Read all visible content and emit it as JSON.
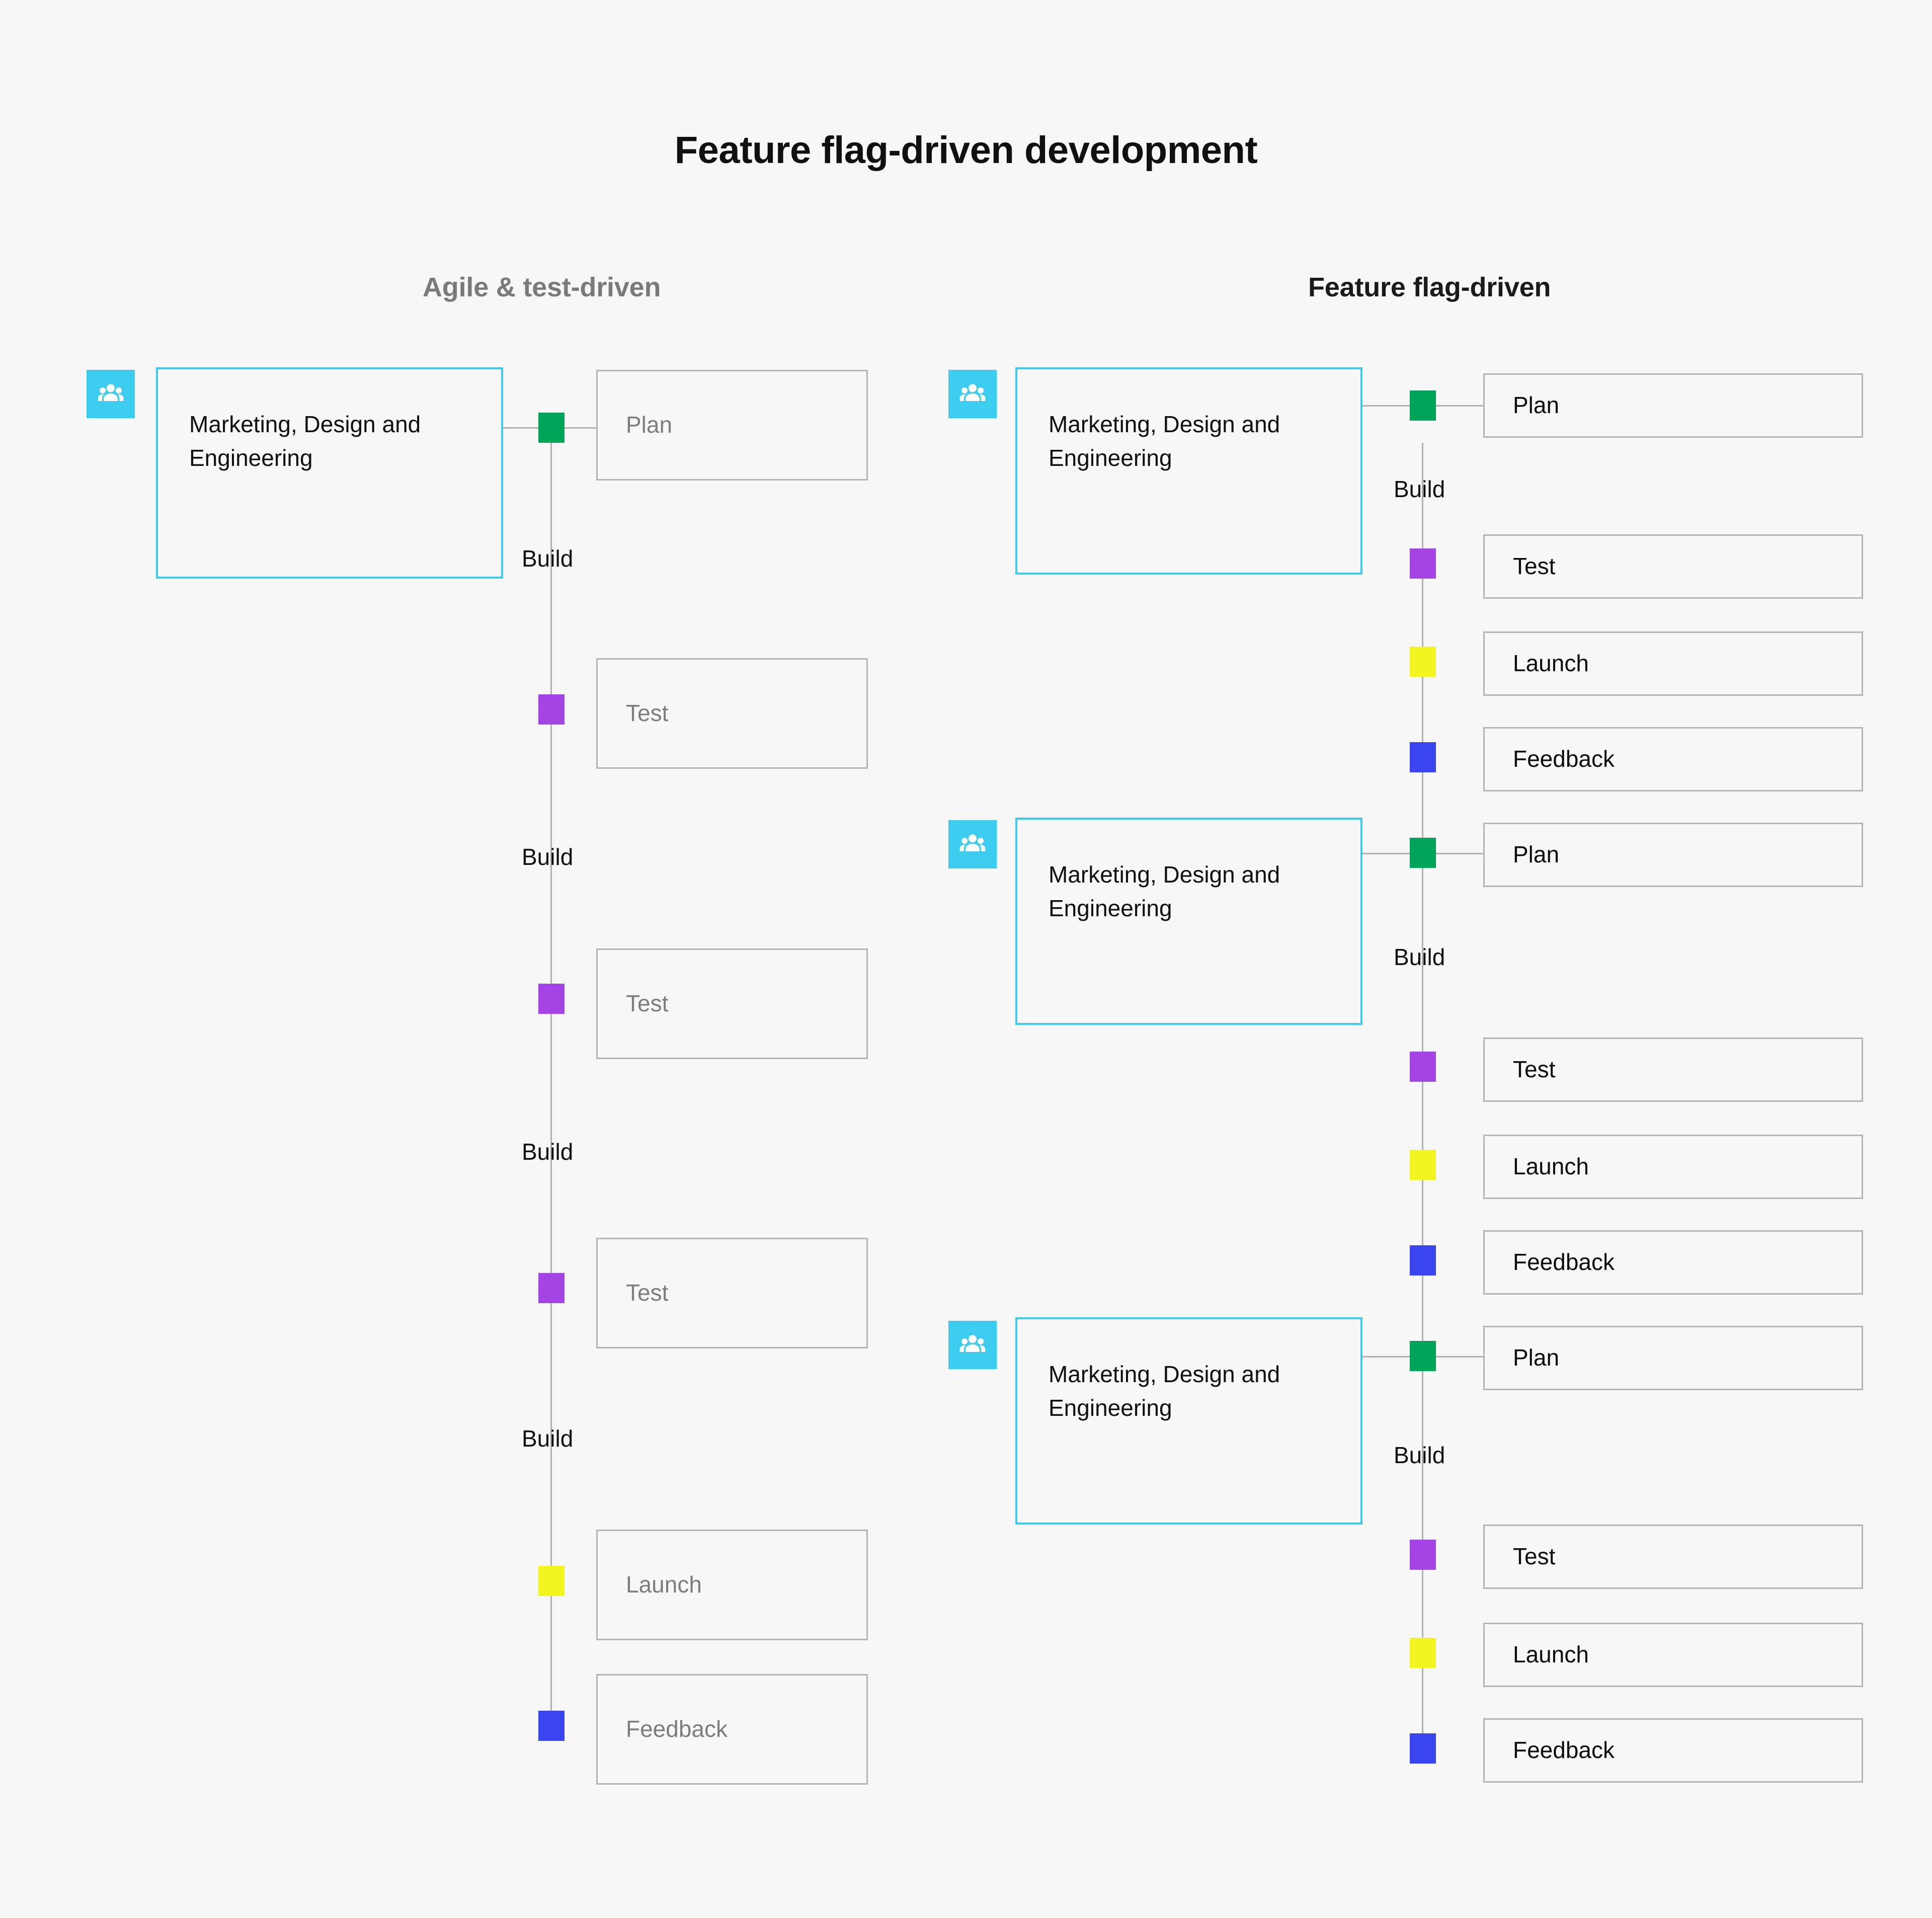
{
  "title": "Feature flag-driven development",
  "background": "#f7f7f7",
  "colors": {
    "team_accent": "#3ecbf0",
    "plan": "#00a35a",
    "test": "#a544e4",
    "launch": "#f2f520",
    "feedback": "#3a45f0",
    "box_border": "#b4b4b4",
    "connector": "#b0b0b0",
    "muted_text": "#7d7d7d",
    "dark_text": "#0d0d0d"
  },
  "icons": {
    "team": "people-group-icon"
  },
  "build_label": "Build",
  "team_label": "Marketing, Design and Engineering",
  "columns": [
    {
      "id": "agile",
      "heading": "Agile & test-driven",
      "heading_style": "muted",
      "teams": [
        {
          "label": "Marketing, Design and Engineering"
        }
      ],
      "stages": [
        {
          "label": "Plan",
          "marker": "green"
        },
        {
          "label": "Test",
          "marker": "purple"
        },
        {
          "label": "Test",
          "marker": "purple"
        },
        {
          "label": "Test",
          "marker": "purple"
        },
        {
          "label": "Launch",
          "marker": "yellow"
        },
        {
          "label": "Feedback",
          "marker": "blue"
        }
      ],
      "build_labels": [
        "Build",
        "Build",
        "Build",
        "Build"
      ]
    },
    {
      "id": "feature-flag",
      "heading": "Feature flag-driven",
      "heading_style": "dark",
      "teams": [
        {
          "label": "Marketing, Design and Engineering"
        },
        {
          "label": "Marketing, Design and Engineering"
        },
        {
          "label": "Marketing, Design and Engineering"
        }
      ],
      "stages": [
        {
          "label": "Plan",
          "marker": "green"
        },
        {
          "label": "Test",
          "marker": "purple"
        },
        {
          "label": "Launch",
          "marker": "yellow"
        },
        {
          "label": "Feedback",
          "marker": "blue"
        },
        {
          "label": "Plan",
          "marker": "green"
        },
        {
          "label": "Test",
          "marker": "purple"
        },
        {
          "label": "Launch",
          "marker": "yellow"
        },
        {
          "label": "Feedback",
          "marker": "blue"
        },
        {
          "label": "Plan",
          "marker": "green"
        },
        {
          "label": "Test",
          "marker": "purple"
        },
        {
          "label": "Launch",
          "marker": "yellow"
        },
        {
          "label": "Feedback",
          "marker": "blue"
        }
      ],
      "build_labels": [
        "Build",
        "Build",
        "Build"
      ]
    }
  ]
}
